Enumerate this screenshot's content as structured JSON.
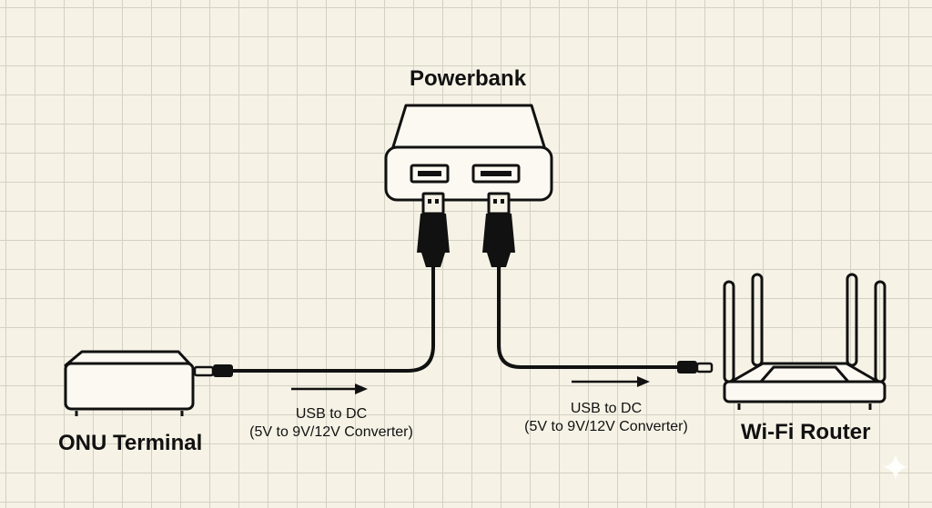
{
  "devices": {
    "powerbank": "Powerbank",
    "onu": "ONU Terminal",
    "router": "Wi-Fi Router"
  },
  "cables": [
    {
      "name": "USB to DC",
      "detail": "(5V to 9V/12V Converter)"
    },
    {
      "name": "USB to DC",
      "detail": "(5V to 9V/12V Converter)"
    }
  ],
  "icons": [
    "powerbank-icon",
    "usb-plug-icon",
    "onu-terminal-icon",
    "wifi-router-icon",
    "arrow-right-icon",
    "sparkle-icon"
  ],
  "colors": {
    "ink": "#111111",
    "paper": "#f6f3e6",
    "grid": "#d3d0c4"
  }
}
